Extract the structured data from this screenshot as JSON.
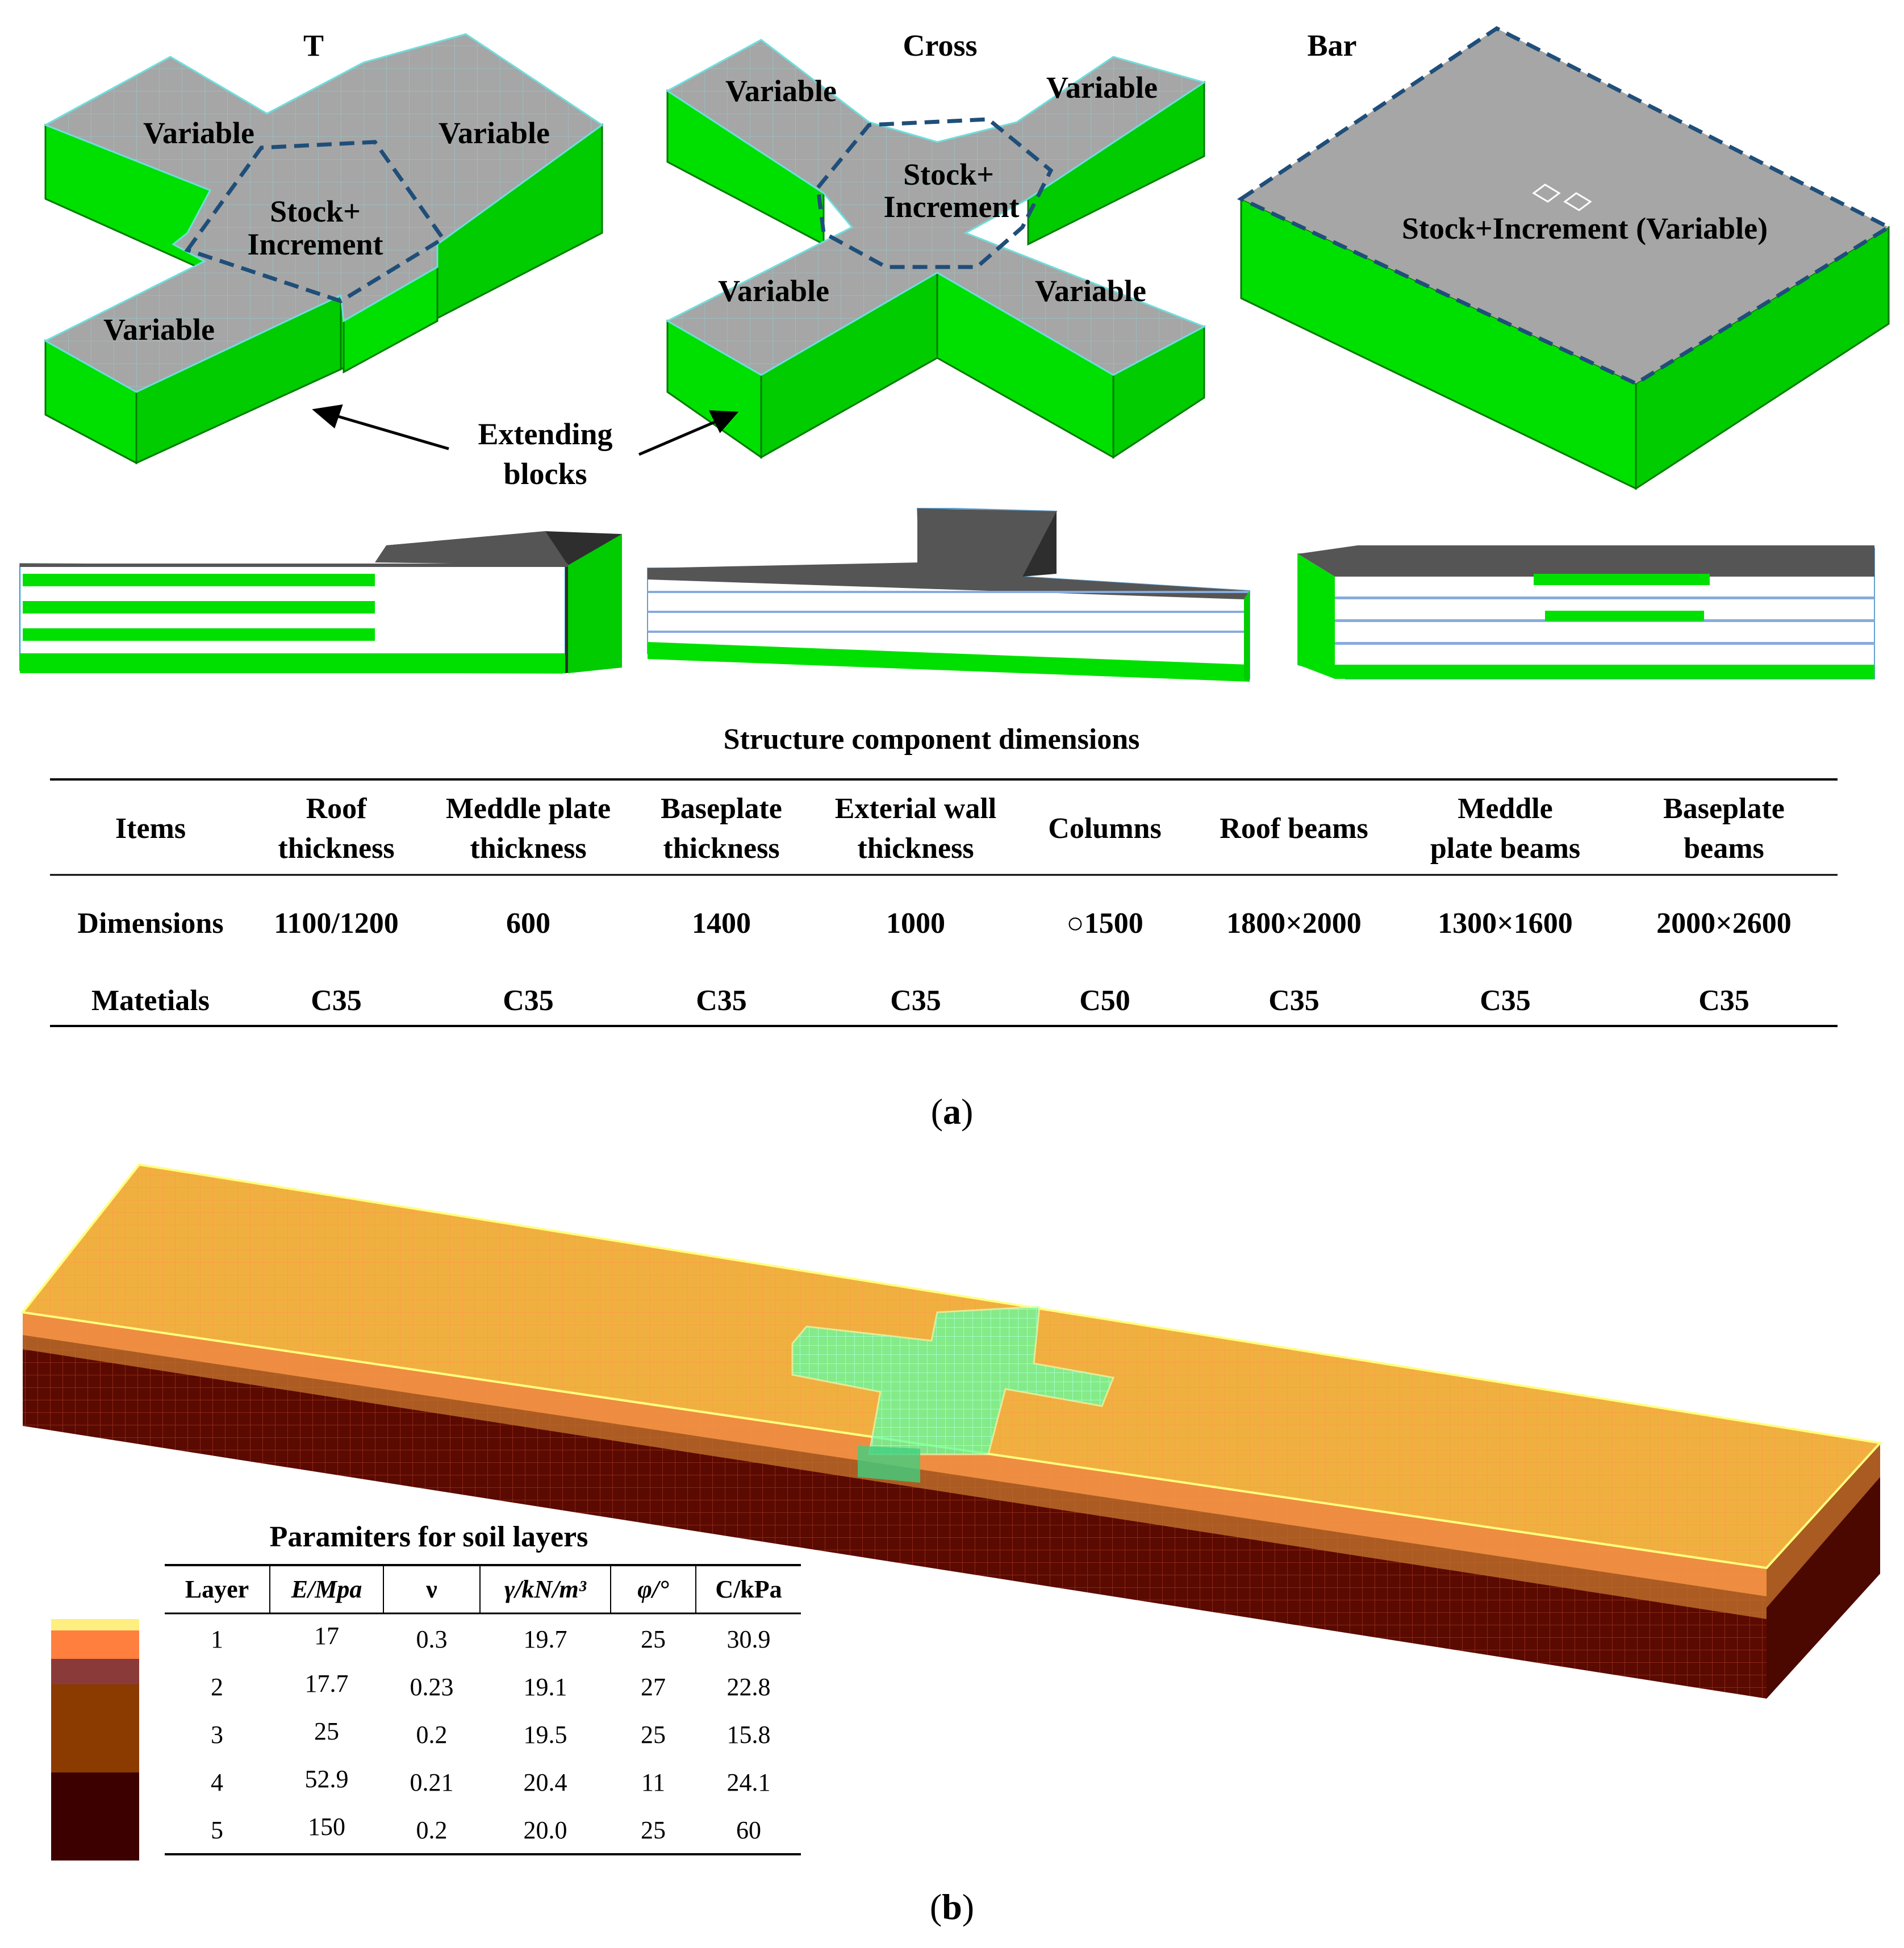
{
  "figure_a": {
    "shapes": [
      {
        "title": "T",
        "zones": [
          "Variable",
          "Variable",
          "Variable"
        ],
        "center_label": [
          "Stock+",
          "Increment"
        ]
      },
      {
        "title": "Cross",
        "zones": [
          "Variable",
          "Variable",
          "Variable",
          "Variable"
        ],
        "center_label": [
          "Stock+",
          "Increment"
        ]
      },
      {
        "title": "Bar",
        "center_label": [
          "Stock+Increment (Variable)"
        ]
      }
    ],
    "annotation": [
      "Extending",
      "blocks"
    ],
    "colors": {
      "wall": "#00e000",
      "roof": "#a6a6a6",
      "dashed": "#1f4e79",
      "dark_roof": "#555555",
      "grid": "#40e0d0"
    },
    "table": {
      "title": "Structure component dimensions",
      "headers": [
        [
          "Items"
        ],
        [
          "Roof",
          "thickness"
        ],
        [
          "Meddle plate",
          "thickness"
        ],
        [
          "Baseplate",
          "thickness"
        ],
        [
          "Exterial wall",
          "thickness"
        ],
        [
          "Columns"
        ],
        [
          "Roof beams"
        ],
        [
          "Meddle",
          "plate beams"
        ],
        [
          "Baseplate",
          "beams"
        ]
      ],
      "rows": [
        [
          "Dimensions",
          "1100/1200",
          "600",
          "1400",
          "1000",
          "○1500",
          "1800×2000",
          "1300×1600",
          "2000×2600"
        ],
        [
          "Matetials",
          "C35",
          "C35",
          "C35",
          "C35",
          "C50",
          "C35",
          "C35",
          "C35"
        ]
      ]
    },
    "caption_letter": "a"
  },
  "figure_b": {
    "table": {
      "title": "Paramiters for soil layers",
      "headers": [
        "Layer",
        "E/Mpa",
        "ν",
        "γ/kN/m³",
        "φ/°",
        "C/kPa"
      ],
      "rows": [
        [
          "1",
          "17",
          "0.3",
          "19.7",
          "25",
          "30.9"
        ],
        [
          "2",
          "17.7",
          "0.23",
          "19.1",
          "27",
          "22.8"
        ],
        [
          "3",
          "25",
          "0.2",
          "19.5",
          "25",
          "15.8"
        ],
        [
          "4",
          "52.9",
          "0.21",
          "20.4",
          "11",
          "24.1"
        ],
        [
          "5",
          "150",
          "0.2",
          "20.0",
          "25",
          "60"
        ]
      ]
    },
    "legend_colors": [
      "#ffee80",
      "#ff7f3f",
      "#8b3a3a",
      "#8b3a00",
      "#3d0000"
    ],
    "caption_letter": "b"
  }
}
